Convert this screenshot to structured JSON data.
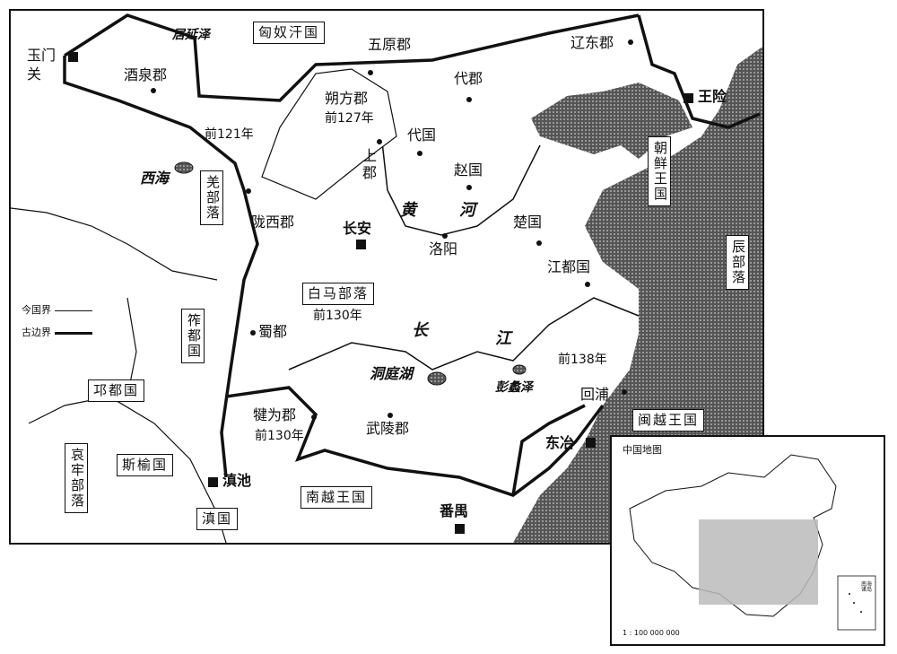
{
  "map": {
    "states": {
      "xiongnu": "匈奴汗国",
      "bama": "白马部落",
      "nanyue": "南越王国",
      "minyue": "闽越王国",
      "qiong": "邛都国",
      "sigyu": "斯榆国",
      "dian": "滇国",
      "chaoxian": "朝鲜王国",
      "chen": "辰部落",
      "qiang": "羌部落",
      "zuodu": "筰都国",
      "ailao": "哀牢部落"
    },
    "commanderies": {
      "jiuquan": "酒泉郡",
      "wuyuan": "五原郡",
      "liaodong": "辽东郡",
      "shuofang": "朔方郡",
      "dai_jun": "代郡",
      "daiguo": "代国",
      "zhaoguo": "赵国",
      "shangjun": "上郡",
      "longxi": "陇西郡",
      "chuguo": "楚国",
      "jiangdu": "江都国",
      "shudu": "蜀都",
      "qianwei": "犍为郡",
      "wuling": "武陵郡",
      "huipu": "回浦",
      "luoyang": "洛阳"
    },
    "capitals": {
      "changan": "长安",
      "wangxian": "王险",
      "dianchi": "滇池",
      "panyu": "番禺",
      "dongye": "东冶"
    },
    "places": {
      "yumenguan": "玉门关",
      "juyanze": "居延泽",
      "xihai": "西海",
      "dongtinghu": "洞庭湖",
      "pengliza": "彭蠡泽",
      "huang": "黄",
      "he": "河",
      "chang": "长",
      "jiang": "江"
    },
    "dates": {
      "d121": "前121年",
      "d127": "前127年",
      "d130a": "前130年",
      "d130b": "前130年",
      "d138": "前138年"
    },
    "legend": {
      "modern": "今国界",
      "ancient": "古边界"
    },
    "inset": {
      "title": "中国地图",
      "scale": "1 : 100 000 000",
      "south_sea": "南海诸岛"
    }
  }
}
